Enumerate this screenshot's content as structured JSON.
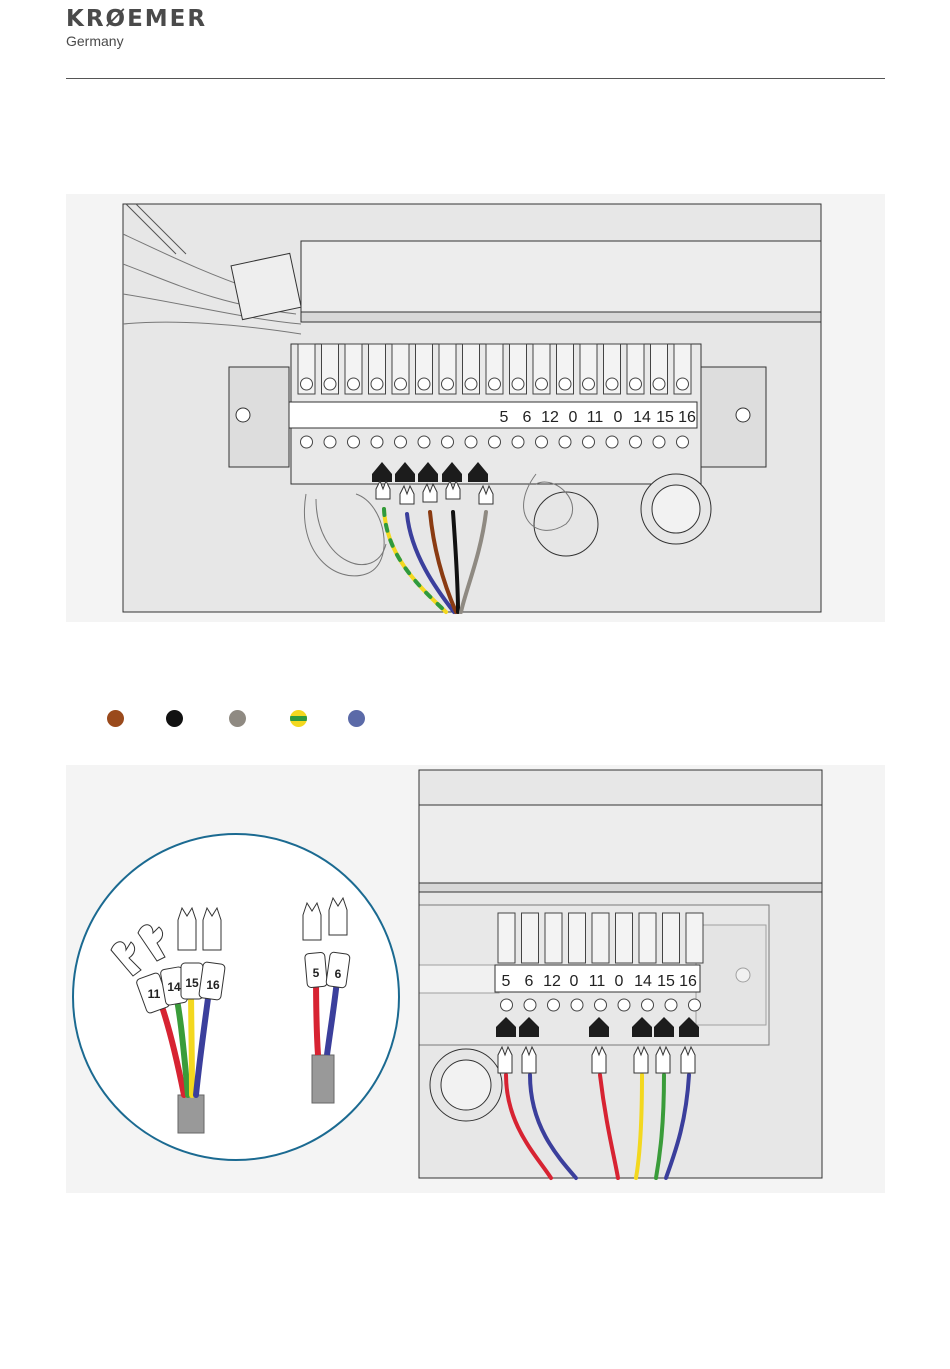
{
  "brand": {
    "name": "KRØEMER",
    "sub": "Germany"
  },
  "colors": {
    "brown": "#9a4a1c",
    "black": "#111111",
    "grey": "#8f8a82",
    "yellow": "#f3d81f",
    "green_stripe": "#2f9a3e",
    "blue": "#5b6aa8",
    "red": "#d72332",
    "green": "#3a9c3a",
    "wire_blue": "#3b3f9c",
    "circle_stroke": "#1b6a91"
  },
  "figure1": {
    "terminal_numbers": [
      "5",
      "6",
      "12",
      "0",
      "11",
      "0",
      "14",
      "15",
      "16"
    ]
  },
  "legend": [
    {
      "name": "brown",
      "color": "#9a4a1c"
    },
    {
      "name": "black",
      "color": "#111111"
    },
    {
      "name": "grey",
      "color": "#8f8a82"
    },
    {
      "name": "yellow-green",
      "color": "#f3d81f"
    },
    {
      "name": "blue",
      "color": "#5b6aa8"
    }
  ],
  "figure2": {
    "terminal_numbers": [
      "5",
      "6",
      "12",
      "0",
      "11",
      "0",
      "14",
      "15",
      "16"
    ],
    "cable_a_tags": [
      "11",
      "14",
      "15",
      "16"
    ],
    "cable_b_tags": [
      "5",
      "6"
    ]
  }
}
